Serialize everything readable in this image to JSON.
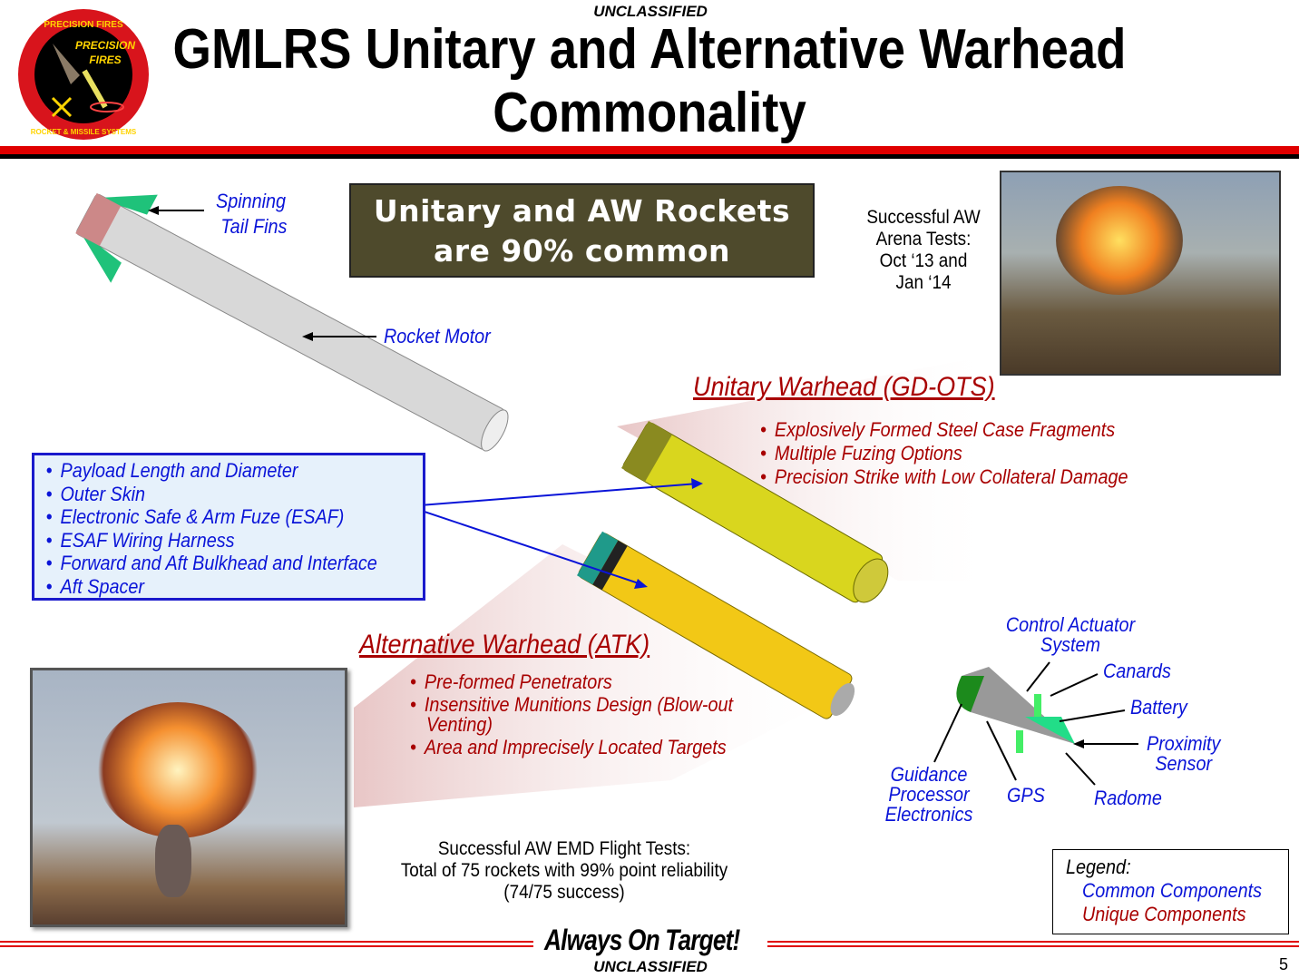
{
  "classification_top": "UNCLASSIFIED",
  "classification_bottom": "UNCLASSIFIED",
  "logo": {
    "text": [
      "PRECISION FIRES",
      "Precision Fires",
      "ROCKET & MISSILE SYSTEMS"
    ]
  },
  "title_line1": "GMLRS Unitary and Alternative Warhead",
  "title_line2": "Commonality",
  "banner": {
    "line1": "Unitary and AW Rockets",
    "line2": "are 90% common"
  },
  "labels": {
    "spinning1": "Spinning",
    "spinning2": "Tail Fins",
    "rocket_motor": "Rocket Motor"
  },
  "arena": {
    "l1": "Successful AW",
    "l2": "Arena Tests:",
    "l3": "Oct ‘13 and",
    "l4": "Jan ‘14"
  },
  "common_list": [
    "Payload Length and Diameter",
    "Outer Skin",
    "Electronic Safe & Arm Fuze (ESAF)",
    "ESAF Wiring Harness",
    "Forward and Aft Bulkhead and Interface",
    "Aft Spacer"
  ],
  "unitary": {
    "title": "Unitary Warhead (GD-OTS)",
    "items": [
      "Explosively Formed Steel Case Fragments",
      "Multiple Fuzing Options",
      "Precision Strike with Low Collateral Damage"
    ]
  },
  "alternative": {
    "title": "Alternative Warhead (ATK)",
    "items": [
      "Pre-formed Penetrators",
      "Insensitive Munitions Design (Blow-out Venting)",
      "Area and Imprecisely Located Targets"
    ]
  },
  "guidance": {
    "cas1": "Control Actuator",
    "cas2": "System",
    "canards": "Canards",
    "battery": "Battery",
    "prox1": "Proximity",
    "prox2": "Sensor",
    "radome": "Radome",
    "gps": "GPS",
    "gpe1": "Guidance",
    "gpe2": "Processor",
    "gpe3": "Electronics"
  },
  "flight": {
    "l1": "Successful AW EMD Flight Tests:",
    "l2": "Total of 75 rockets with 99% point reliability",
    "l3": "(74/75 success)"
  },
  "legend": {
    "title": "Legend:",
    "common": "Common Components",
    "unique": "Unique Components"
  },
  "footer": {
    "slogan": "Always On Target!",
    "page": "5"
  },
  "colors": {
    "blue": "#0a14d8",
    "red": "#a80000",
    "banner": "#4e4a2c"
  }
}
